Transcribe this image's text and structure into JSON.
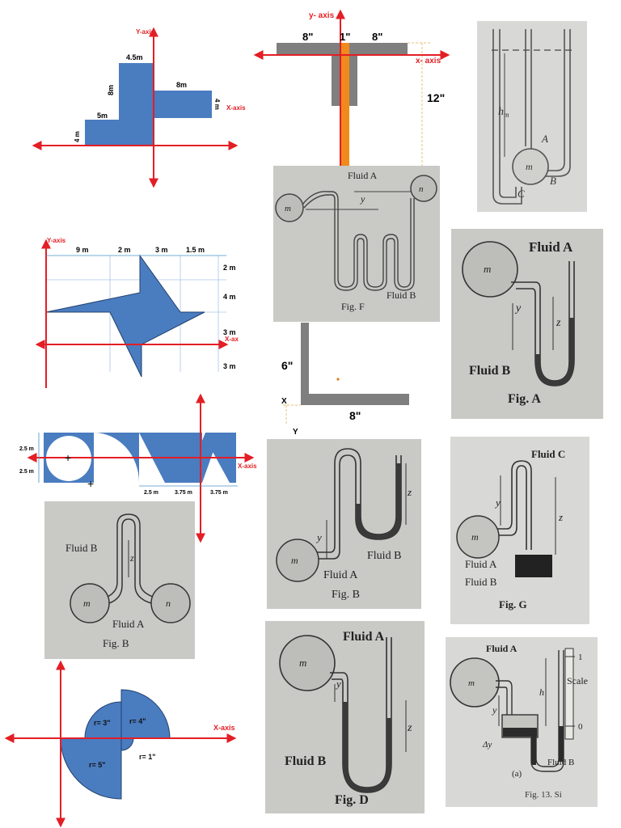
{
  "diagrams": {
    "stepped": {
      "y_axis": "Y-axis",
      "x_axis": "X-axis",
      "d_top": "4.5m",
      "d_8m_left": "8m",
      "d_8m_right": "8m",
      "d_5m": "5m",
      "d_4m_left": "4 m",
      "d_4m_right": "4 m"
    },
    "channel": {
      "y_axis": "y- axis",
      "x_axis": "x- axis",
      "d_8a": "8\"",
      "d_1": "1\"",
      "d_8b": "8\"",
      "d_12": "12\"",
      "colors": {
        "flange": "#7f7f7f",
        "web": "#f08a1c",
        "axis": "#e31e24"
      }
    },
    "star": {
      "y_axis": "Y-axis",
      "x_axis": "X-ax",
      "d_9": "9 m",
      "d_2": "2 m",
      "d_3": "3 m",
      "d_15": "1.5 m",
      "r_2": "2 m",
      "r_4": "4 m",
      "r_3a": "3 m",
      "r_3b": "3 m"
    },
    "strip": {
      "d_25a": "2.5 m",
      "d_25b": "2.5 m",
      "x_axis": "X-axis",
      "b_25": "2.5 m",
      "b_375a": "3.75 m",
      "b_375b": "3.75 m"
    },
    "quarters": {
      "x_axis": "X-axis",
      "r3": "r= 3\"",
      "r4": "r= 4\"",
      "r5": "r= 5\"",
      "r1": "r= 1\"",
      "color": "#4a7cc0"
    },
    "angle": {
      "d_6": "6\"",
      "d_8": "8\"",
      "x": "X",
      "y": "Y"
    }
  },
  "manometers": {
    "top_right": {
      "hm": "h",
      "hm_sub": "m",
      "m": "m",
      "a": "A",
      "b": "B",
      "c": "C"
    },
    "fig_f": {
      "fluid_a": "Fluid A",
      "y": "y",
      "m": "m",
      "n": "n",
      "fluid_b": "Fluid B",
      "caption": "Fig. F"
    },
    "fig_a": {
      "fluid_a": "Fluid A",
      "m": "m",
      "y": "y",
      "z": "z",
      "fluid_b": "Fluid B",
      "caption": "Fig. A"
    },
    "fig_b_left": {
      "fluid_b": "Fluid B",
      "z": "z",
      "m": "m",
      "n": "n",
      "fluid_a": "Fluid A",
      "caption": "Fig. B"
    },
    "fig_b_mid": {
      "z": "z",
      "y": "y",
      "m": "m",
      "fluid_b": "Fluid B",
      "fluid_a": "Fluid A",
      "caption": "Fig. B"
    },
    "fig_g": {
      "fluid_c": "Fluid C",
      "y": "y",
      "z": "z",
      "m": "m",
      "fluid_a": "Fluid A",
      "fluid_b": "Fluid B",
      "caption": "Fig. G"
    },
    "fig_d": {
      "fluid_a": "Fluid A",
      "m": "m",
      "y": "y",
      "z": "z",
      "fluid_b": "Fluid B",
      "caption": "Fig. D"
    },
    "fig_13": {
      "fluid_a": "Fluid A",
      "m": "m",
      "scale": "Scale",
      "one": "1",
      "zero": "0",
      "h": "h",
      "y": "y",
      "dy": "Δy",
      "fluid_b": "Fluid B",
      "a": "(a)",
      "caption": "Fig. 13.  Si"
    }
  }
}
